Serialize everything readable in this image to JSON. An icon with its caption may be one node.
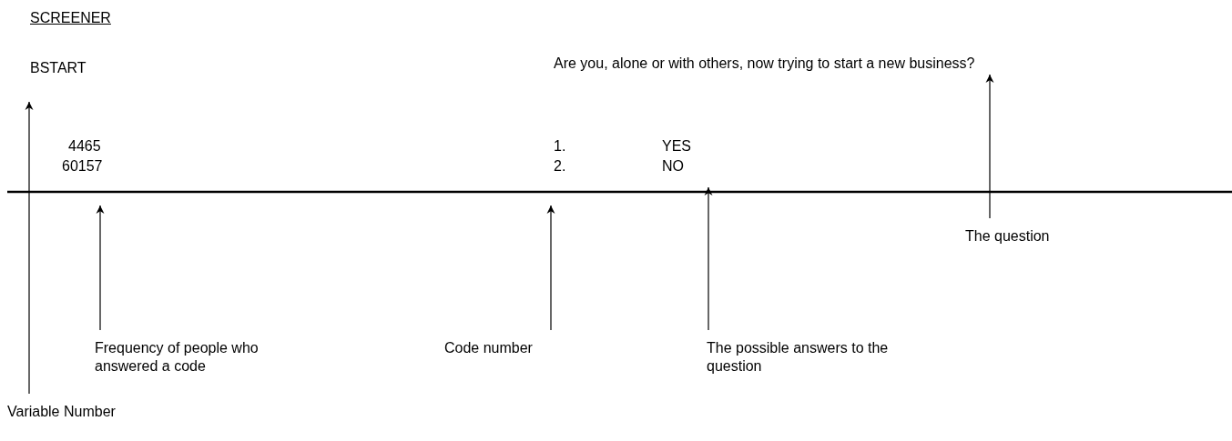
{
  "diagram": {
    "title": "SCREENER",
    "nodes": [
      {
        "text": [
          "Variable Number"
        ]
      },
      {
        "text": [
          "Frequency of people who answered a code"
        ]
      },
      {
        "text": [
          "Code number"
        ]
      },
      {
        "text": [
          "The possible answers to the question"
        ]
      },
      {
        "text": [
          "The question"
        ]
      },
      {
        "text": [
          "Are you, alone or with others, now trying to start a new business?"
        ]
      }
    ],
    "edges": [
      {
        "from": 0,
        "to": null,
        "arrow": "to"
      },
      {
        "from": 1,
        "to": null,
        "arrow": "to"
      },
      {
        "from": 2,
        "to": null,
        "arrow": "to"
      },
      {
        "from": 3,
        "to": null,
        "arrow": "to"
      },
      {
        "from": 4,
        "to": 5,
        "arrow": "to"
      }
    ],
    "labels": [
      "BSTART",
      "4465",
      "1.",
      "YES",
      "60157",
      "2.",
      "NO"
    ]
  }
}
